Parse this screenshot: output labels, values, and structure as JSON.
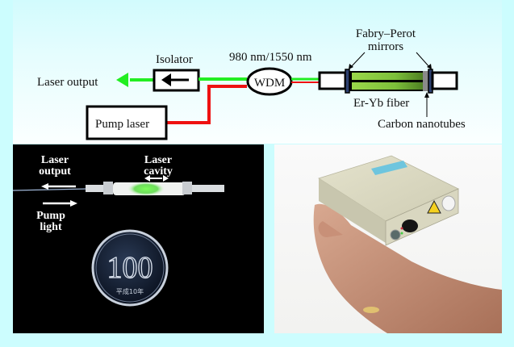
{
  "diagram": {
    "laser_output_label": "Laser output",
    "isolator_label": "Isolator",
    "wavelength_label": "980 nm/1550 nm",
    "wdm_label": "WDM",
    "pump_laser_label": "Pump laser",
    "fabry_perot_line1": "Fabry–Perot",
    "fabry_perot_line2": "mirrors",
    "fiber_label": "Er-Yb fiber",
    "nanotubes_label": "Carbon nanotubes",
    "colors": {
      "signal": "#22ee22",
      "pump": "#ee1111",
      "fiber_green": "#8ccf3a"
    }
  },
  "photo_left": {
    "laser_output_line1": "Laser",
    "laser_output_line2": "output",
    "laser_cavity_line1": "Laser",
    "laser_cavity_line2": "cavity",
    "pump_light_line1": "Pump",
    "pump_light_line2": "light",
    "coin_value": "100",
    "coin_year_text": "平成10年"
  },
  "photo_right": {
    "description": "Hand holding compact fiber laser module"
  }
}
